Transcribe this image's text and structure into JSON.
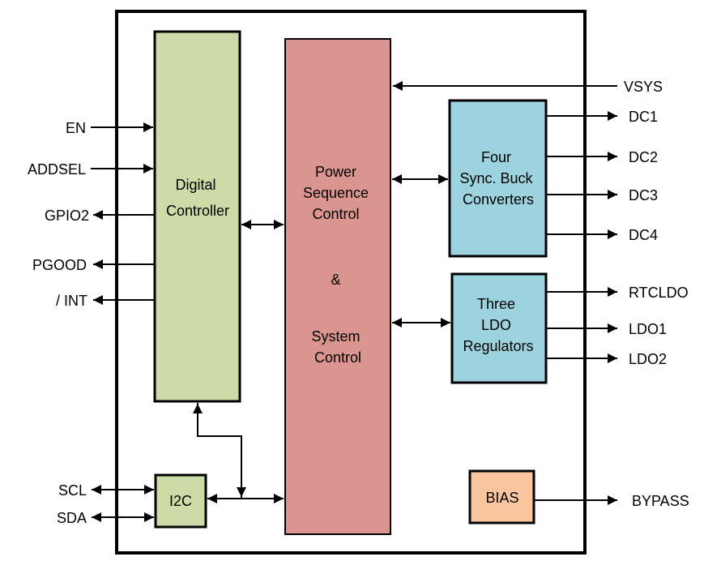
{
  "blocks": {
    "digital_controller": {
      "lines": [
        "Digital",
        "Controller"
      ],
      "color": "#cddba8"
    },
    "power_sequence": {
      "lines": [
        "Power",
        "Sequence",
        "Control",
        "&",
        "System",
        "Control"
      ],
      "color": "#db9590"
    },
    "buck": {
      "lines": [
        "Four",
        "Sync. Buck",
        "Converters"
      ],
      "color": "#9dd2df"
    },
    "ldo": {
      "lines": [
        "Three",
        "LDO",
        "Regulators"
      ],
      "color": "#9dd2df"
    },
    "i2c": {
      "lines": [
        "I2C"
      ],
      "color": "#cddba8"
    },
    "bias": {
      "lines": [
        "BIAS"
      ],
      "color": "#f8c59e"
    }
  },
  "pins": {
    "en": "EN",
    "addsel": "ADDSEL",
    "gpio2": "GPIO2",
    "pgood": "PGOOD",
    "int": "/ INT",
    "scl": "SCL",
    "sda": "SDA",
    "vsys": "VSYS",
    "dc1": "DC1",
    "dc2": "DC2",
    "dc3": "DC3",
    "dc4": "DC4",
    "rtcldo": "RTCLDO",
    "ldo1": "LDO1",
    "ldo2": "LDO2",
    "bypass": "BYPASS"
  }
}
